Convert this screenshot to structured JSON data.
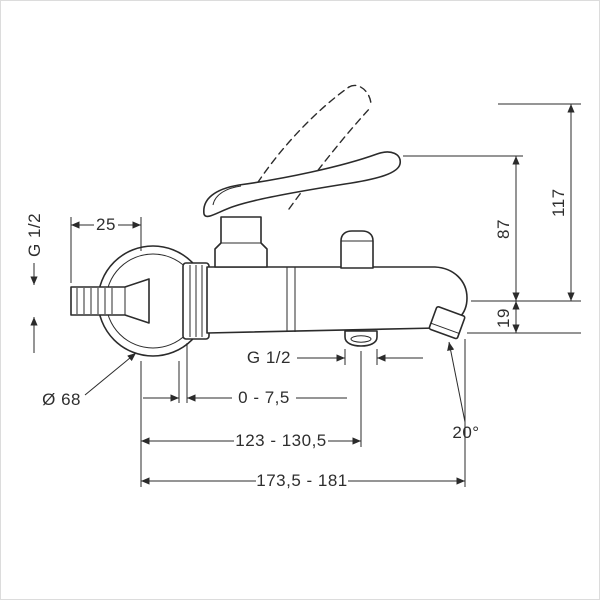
{
  "colors": {
    "line": "#2b2b2b",
    "background": "#ffffff"
  },
  "dimensions": {
    "wall_thread_label": "G 1/2",
    "projection_label": "25",
    "total_height_label": "117",
    "lever_height_label": "87",
    "spout_drop_label": "19",
    "outlet_thread_label": "G 1/2",
    "escutcheon_diameter_label": "Ø 68",
    "adjustment_range_label": "0 - 7,5",
    "wall_to_outlet_label": "123 - 130,5",
    "wall_to_spout_label": "173,5 - 181",
    "aerator_angle_label": "20°"
  }
}
